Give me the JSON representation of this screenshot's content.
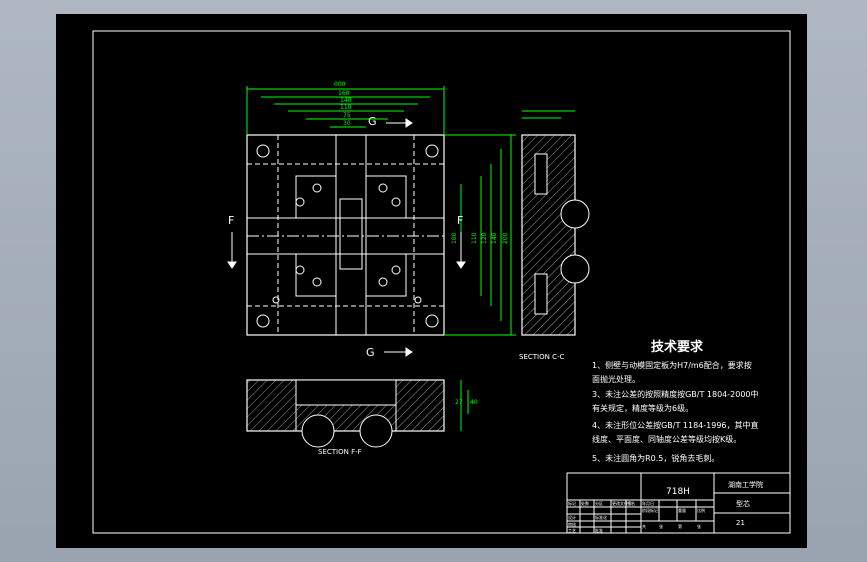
{
  "drawing": {
    "section_cg_title": "SECTION C-C",
    "section_ff_title": "SECTION F-F",
    "cut_labels": {
      "f_left": "F",
      "f_right": "F",
      "g_top": "G",
      "g_bottom": "G"
    },
    "dimensions_top": [
      "000",
      "160",
      "140",
      "110",
      "75",
      "30"
    ],
    "dimensions_right": [
      "100",
      "110",
      "120",
      "140",
      "200"
    ],
    "dimensions_section_ff": [
      "27",
      "40"
    ]
  },
  "tech_requirements": {
    "title": "技术要求",
    "items": [
      "1、侧壁与动模固定板为H7/m6配合，要求按",
      "   面抛光处理。",
      "3、未注公差的按照精度按GB/T 1804-2000中",
      "   有关规定，精度等级为6级。",
      "4、未注形位公差按GB/T 1184-1996，其中直",
      "   线度、平面度、同轴度公差等级均按K级。",
      "5、未注圆角为R0.5，锐角去毛刺。"
    ]
  },
  "title_block": {
    "material": "718H",
    "school": "湖南工学院",
    "part_name": "型芯",
    "drawing_no": "21",
    "small_labels": [
      "标记",
      "处数",
      "分区",
      "更改文件号",
      "签名",
      "年月日",
      "设计",
      "标准化",
      "阶段标记",
      "重量",
      "比例",
      "审核",
      "工艺",
      "批准",
      "共",
      "张",
      "第",
      "张"
    ]
  }
}
